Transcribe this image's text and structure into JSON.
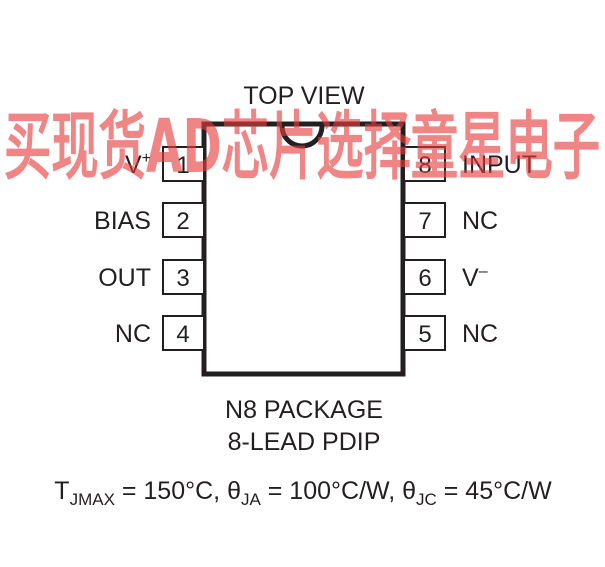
{
  "watermark": {
    "text": "买现货AD芯片选择童星电子",
    "color": "#e63c3c"
  },
  "diagram": {
    "view_label": "TOP VIEW",
    "package_name": "N8 PACKAGE",
    "package_desc": "8-LEAD PDIP",
    "thermal": {
      "tjmax_sym": "T",
      "tjmax_sub": "JMAX",
      "tjmax_val": " = 150°C, ",
      "theta_ja_sym": "θ",
      "theta_ja_sub": "JA",
      "theta_ja_val": " = 100°C/W, ",
      "theta_jc_sym": "θ",
      "theta_jc_sub": "JC",
      "theta_jc_val": " = 45°C/W"
    },
    "left_pins": [
      {
        "number": "1",
        "name": "V",
        "sup": "+"
      },
      {
        "number": "2",
        "name": "BIAS",
        "sup": ""
      },
      {
        "number": "3",
        "name": "OUT",
        "sup": ""
      },
      {
        "number": "4",
        "name": "NC",
        "sup": ""
      }
    ],
    "right_pins": [
      {
        "number": "8",
        "name": "INPUT",
        "sup": ""
      },
      {
        "number": "7",
        "name": "NC",
        "sup": ""
      },
      {
        "number": "6",
        "name": "V",
        "sup": "–"
      },
      {
        "number": "5",
        "name": "NC",
        "sup": ""
      }
    ]
  }
}
